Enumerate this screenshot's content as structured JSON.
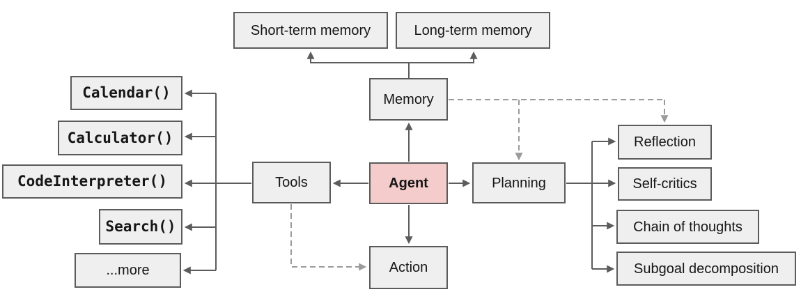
{
  "colors": {
    "background": "#ffffff",
    "node_fill": "#efefef",
    "node_border": "#5b5b5b",
    "agent_fill": "#f4cccc",
    "solid_edge": "#5c5c5c",
    "dashed_edge": "#9b9b9b",
    "text": "#161616"
  },
  "nodes": {
    "agent": {
      "label": "Agent"
    },
    "memory": {
      "label": "Memory"
    },
    "tools": {
      "label": "Tools"
    },
    "planning": {
      "label": "Planning"
    },
    "action": {
      "label": "Action"
    },
    "short_term_memory": {
      "label": "Short-term memory"
    },
    "long_term_memory": {
      "label": "Long-term memory"
    },
    "calendar": {
      "label": "Calendar()"
    },
    "calculator": {
      "label": "Calculator()"
    },
    "code_interpreter": {
      "label": "CodeInterpreter()"
    },
    "search": {
      "label": "Search()"
    },
    "more": {
      "label": "...more"
    },
    "reflection": {
      "label": "Reflection"
    },
    "self_critics": {
      "label": "Self-critics"
    },
    "chain_of_thoughts": {
      "label": "Chain of thoughts"
    },
    "subgoal_decomposition": {
      "label": "Subgoal decomposition"
    }
  },
  "edges": [
    {
      "from": "agent",
      "to": "memory",
      "style": "solid"
    },
    {
      "from": "agent",
      "to": "tools",
      "style": "solid"
    },
    {
      "from": "agent",
      "to": "planning",
      "style": "solid"
    },
    {
      "from": "agent",
      "to": "action",
      "style": "solid"
    },
    {
      "from": "memory",
      "to": "short_term_memory",
      "style": "solid"
    },
    {
      "from": "memory",
      "to": "long_term_memory",
      "style": "solid"
    },
    {
      "from": "tools",
      "to": "calendar",
      "style": "solid"
    },
    {
      "from": "tools",
      "to": "calculator",
      "style": "solid"
    },
    {
      "from": "tools",
      "to": "code_interpreter",
      "style": "solid"
    },
    {
      "from": "tools",
      "to": "search",
      "style": "solid"
    },
    {
      "from": "tools",
      "to": "more",
      "style": "solid"
    },
    {
      "from": "planning",
      "to": "reflection",
      "style": "solid"
    },
    {
      "from": "planning",
      "to": "self_critics",
      "style": "solid"
    },
    {
      "from": "planning",
      "to": "chain_of_thoughts",
      "style": "solid"
    },
    {
      "from": "planning",
      "to": "subgoal_decomposition",
      "style": "solid"
    },
    {
      "from": "memory",
      "to": "planning",
      "style": "dashed"
    },
    {
      "from": "memory",
      "to": "reflection",
      "style": "dashed"
    },
    {
      "from": "tools",
      "to": "action",
      "style": "dashed"
    }
  ]
}
